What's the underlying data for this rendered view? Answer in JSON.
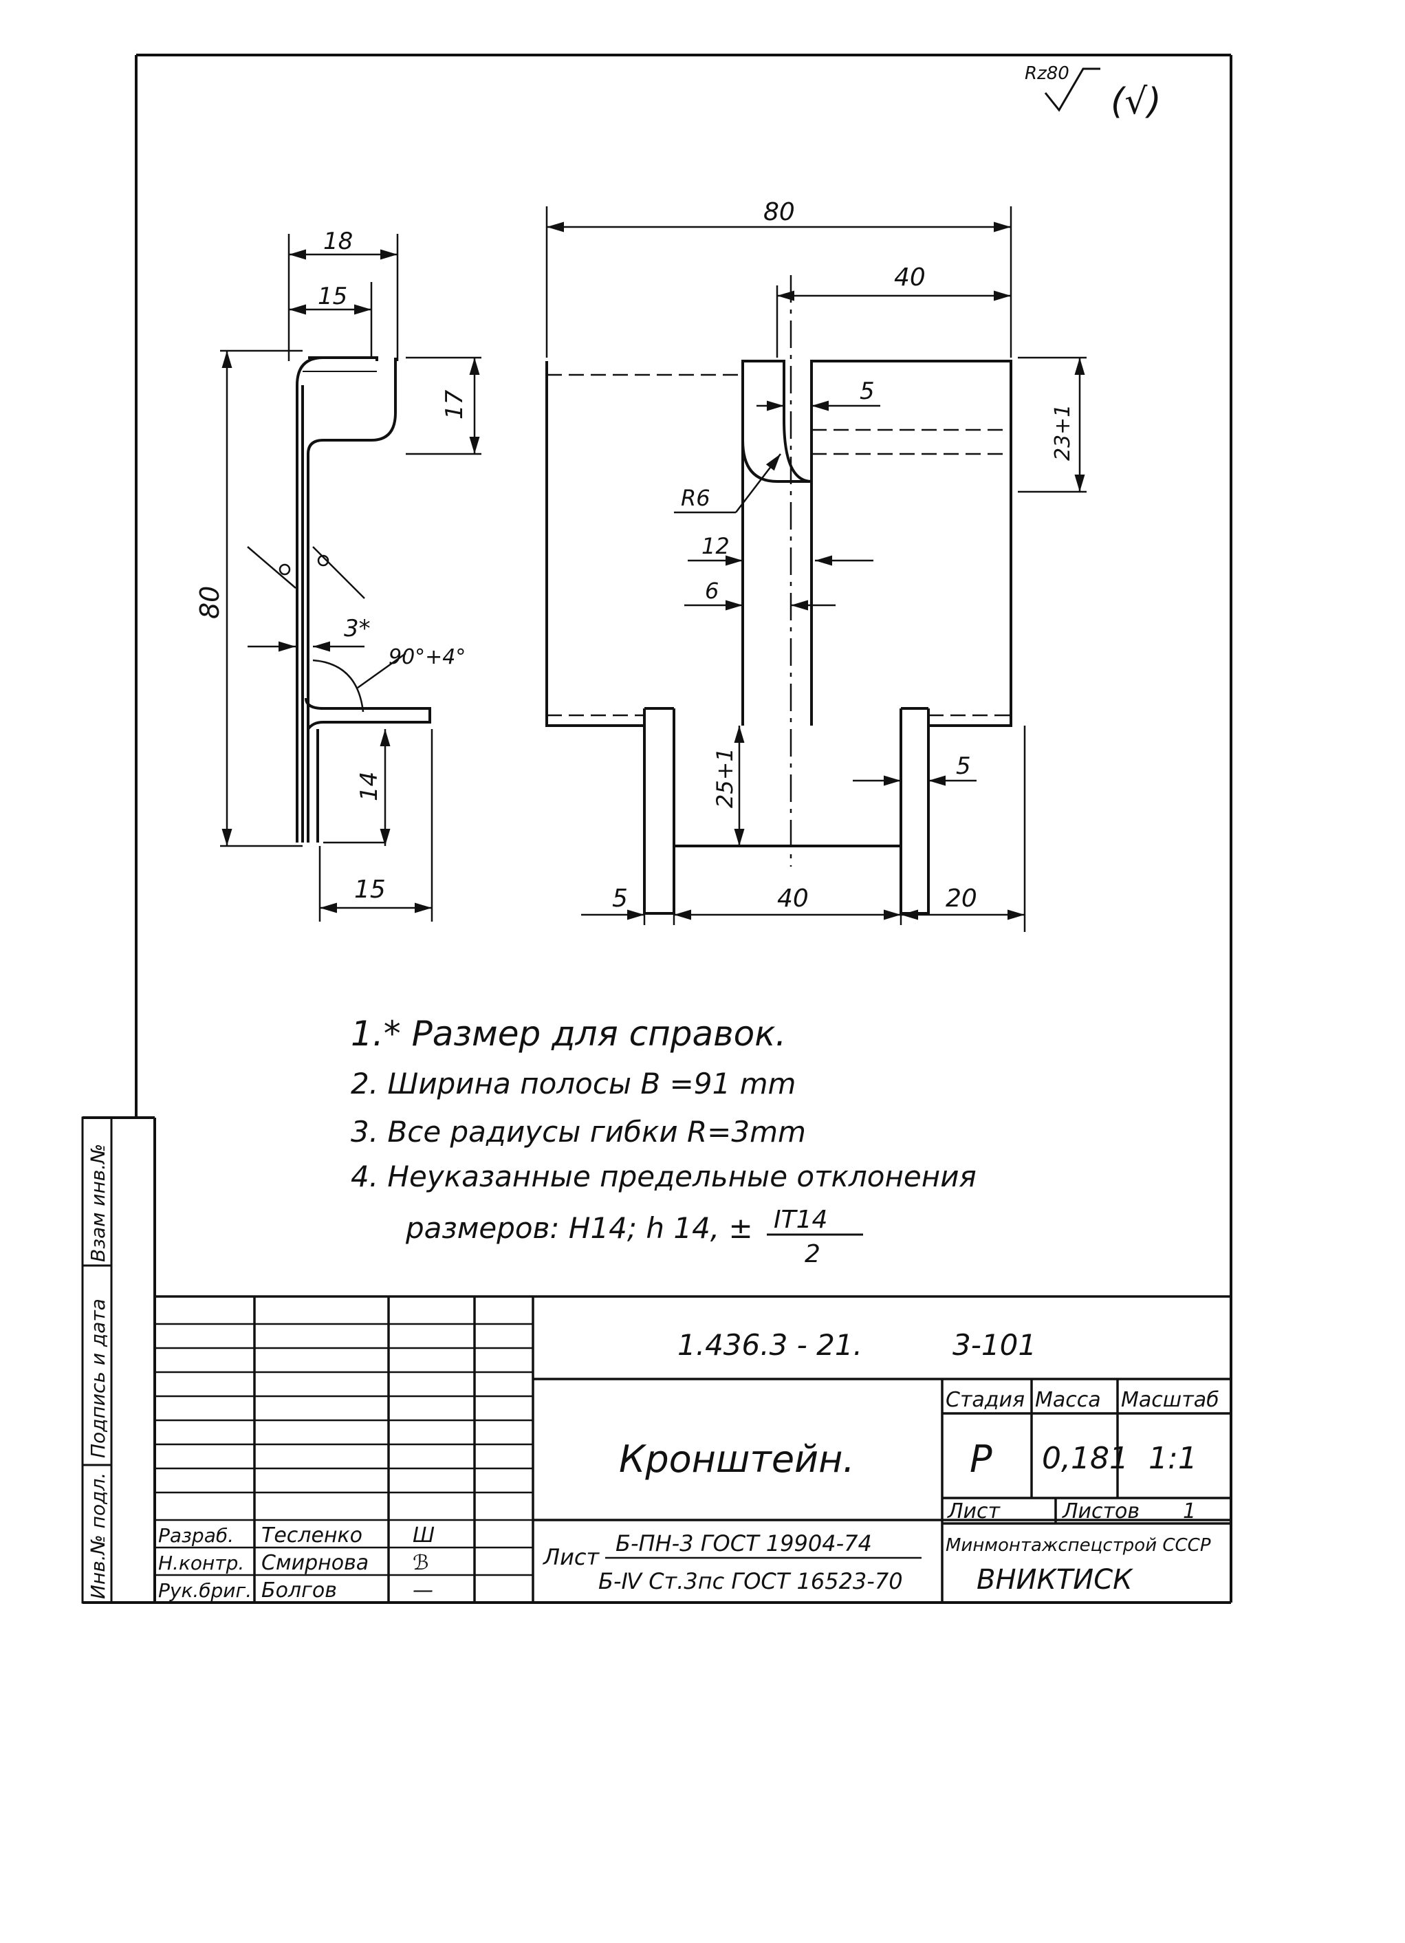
{
  "roughness": {
    "symbol": "Rz80",
    "other": "(√)"
  },
  "side_view": {
    "dims": {
      "top_width": "18",
      "inner_width": "15",
      "top_flange_height": "17",
      "total_height": "80",
      "ref_thickness": "3*",
      "angle": "90°+4°",
      "bottom_flange_height": "14",
      "bottom_width": "15"
    }
  },
  "front_view": {
    "dims": {
      "total_width": "80",
      "slot_offset": "40",
      "slot_width": "5",
      "slot_depth": "23+1",
      "radius": "R6",
      "dim_12": "12",
      "dim_6": "6",
      "tab_height": "25+1",
      "tab_width": "5",
      "left_margin": "5",
      "center_gap": "40",
      "right_margin": "20"
    }
  },
  "notes": {
    "n1": "1.* Размер для справок.",
    "n2": "2. Ширина полосы B =91 mm",
    "n3": "3. Все радиусы гибки R=3mm",
    "n4a": "4. Неуказанные предельные отклонения",
    "n4b": "размеров: H14; h 14, ±",
    "n4_frac_top": "IT14",
    "n4_frac_bot": "2"
  },
  "side_stamp": [
    "Инв.№ подл.",
    "Подпись и дата",
    "Взам инв.№"
  ],
  "title_block": {
    "doc_code": "1.436.3 - 21.",
    "sheet_code": "3-101",
    "name": "Кронштейн.",
    "hdr_stage": "Стадия",
    "hdr_mass": "Масса",
    "hdr_scale": "Масштаб",
    "stage": "Р",
    "mass": "0,181",
    "scale": "1:1",
    "sheet_label": "Лист",
    "sheets_label": "Листов",
    "sheets_count": "1",
    "material_prefix": "Лист",
    "material_line1": "Б-ПН-3 ГОСТ 19904-74",
    "material_line2": "Б-Ⅳ Ст.3пс ГОСТ 16523-70",
    "ministry": "Минмонтажспецстрой СССР",
    "org": "ВНИКТИСК",
    "roles": [
      {
        "role": "Разраб.",
        "name": "Тесленко",
        "sign": "Ш"
      },
      {
        "role": "Н.контр.",
        "name": "Смирнова",
        "sign": "ℬ"
      },
      {
        "role": "Рук.бриг.",
        "name": "Болгов",
        "sign": "—"
      }
    ]
  }
}
